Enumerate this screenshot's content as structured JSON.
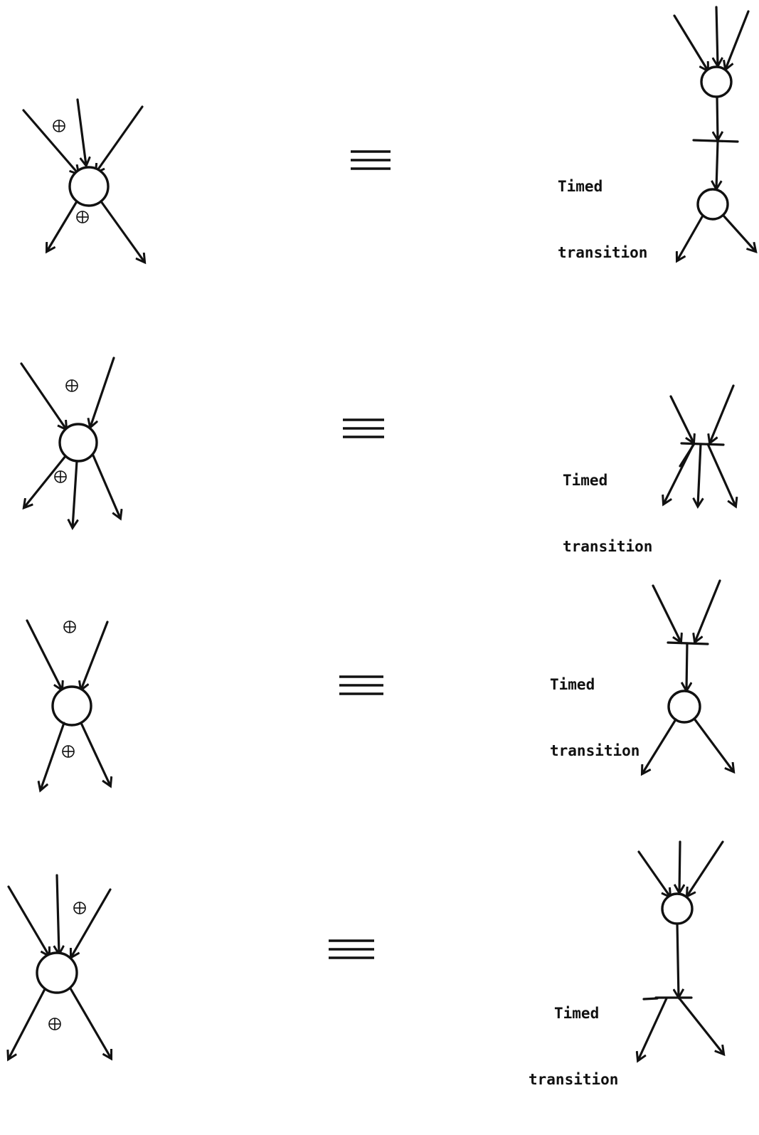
{
  "rows": [
    {
      "label_line1": "Timed",
      "label_line2": "transition"
    },
    {
      "label_line1": "Timed",
      "label_line2": "transition"
    },
    {
      "label_line1": "Timed",
      "label_line2": "transition"
    },
    {
      "label_line1": "Timed",
      "label_line2": "transition"
    }
  ],
  "equivalence_symbol": "≡",
  "colors": {
    "ink": "#111111",
    "paper": "#ffffff"
  }
}
